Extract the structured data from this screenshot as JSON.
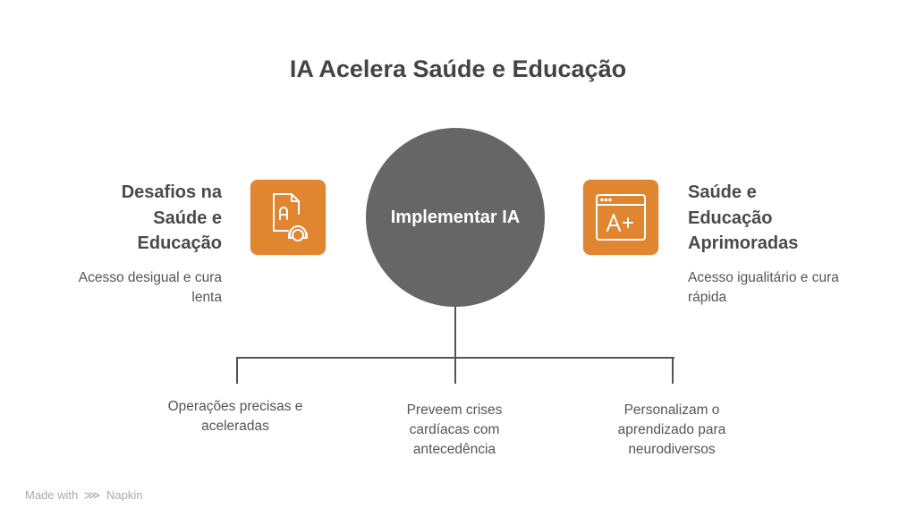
{
  "title": "IA Acelera Saúde e Educação",
  "center": {
    "label": "Implementar IA"
  },
  "left": {
    "heading": [
      "Desafios na",
      "Saúde e",
      "Educação"
    ],
    "description": [
      "Acesso desigual e cura",
      "lenta"
    ],
    "icon": "document-headset-icon"
  },
  "right": {
    "heading": [
      "Saúde e",
      "Educação",
      "Aprimoradas"
    ],
    "description": [
      "Acesso igualitário e cura",
      "rápida"
    ],
    "icon": "browser-grade-icon"
  },
  "leaves": [
    {
      "lines": [
        "Operações precisas e",
        "aceleradas"
      ]
    },
    {
      "lines": [
        "Preveem crises",
        "cardíacas com",
        "antecedência"
      ]
    },
    {
      "lines": [
        "Personalizam o",
        "aprendizado para",
        "neurodiversos"
      ]
    }
  ],
  "footer": {
    "made_with": "Made with",
    "brand": "Napkin"
  },
  "colors": {
    "accent": "#E08530",
    "center": "#666666"
  }
}
